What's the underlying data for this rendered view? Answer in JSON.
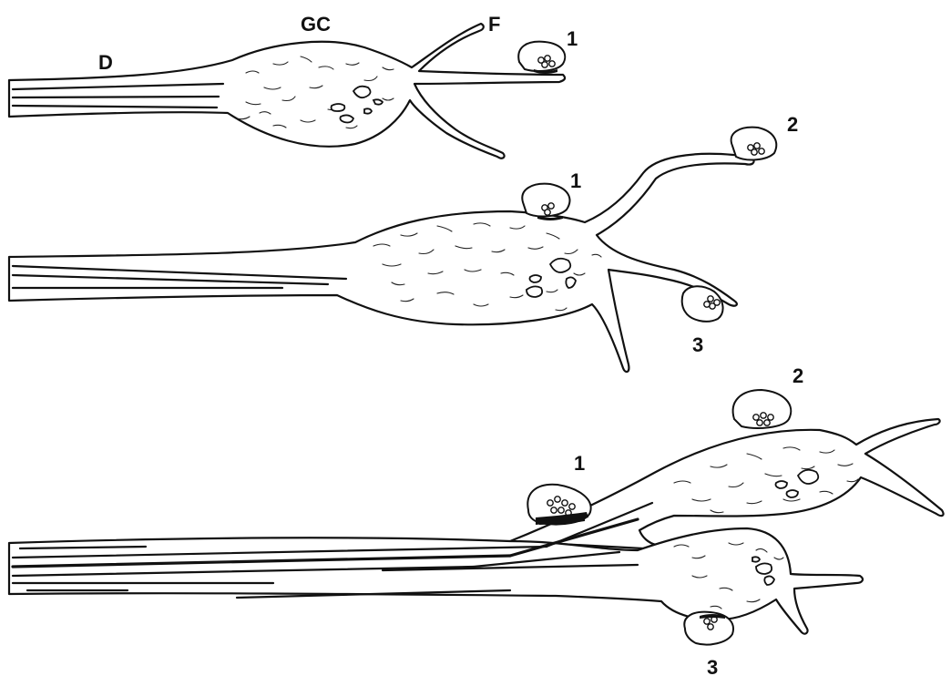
{
  "labels": {
    "dendrite": "D",
    "growth_cone": "GC",
    "filopodium": "F",
    "contact_1": "1",
    "contact_2": "2",
    "contact_3": "3"
  },
  "panels": [
    {
      "contacts": [
        "1"
      ]
    },
    {
      "contacts": [
        "1",
        "2",
        "3"
      ]
    },
    {
      "contacts": [
        "1",
        "2",
        "3"
      ]
    }
  ],
  "colors": {
    "ink": "#111111",
    "paper": "#ffffff"
  }
}
